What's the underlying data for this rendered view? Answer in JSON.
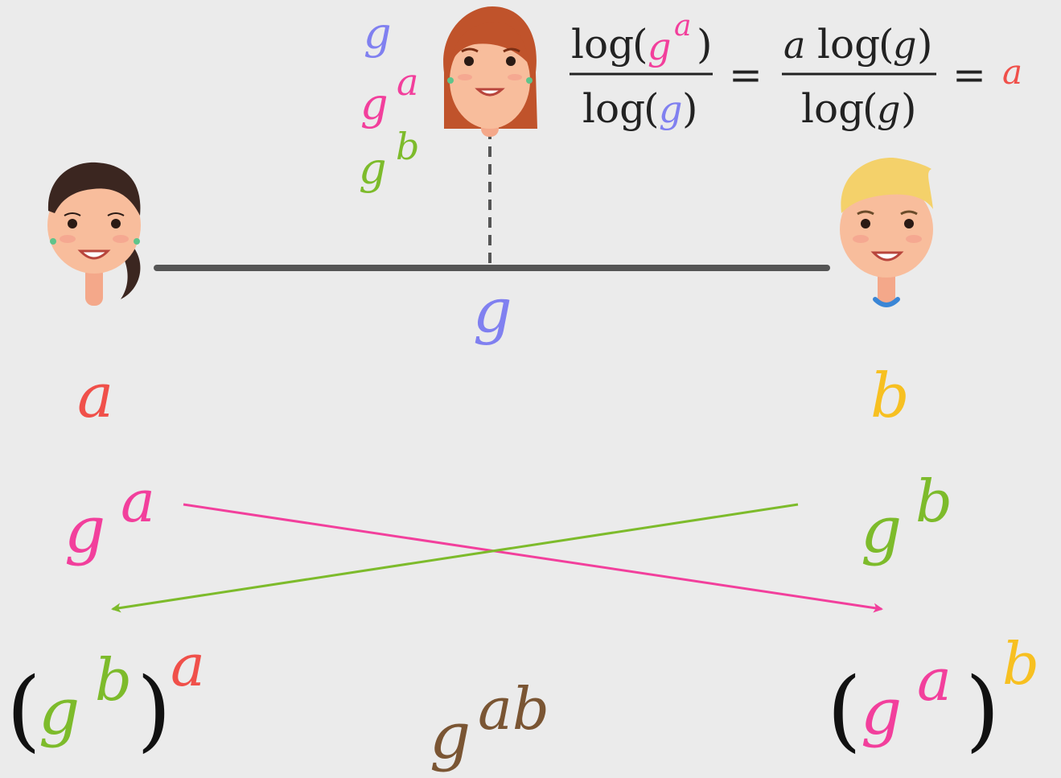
{
  "colors": {
    "background": "#ebebeb",
    "g": "#8080f0",
    "a": "#f0504a",
    "b": "#f7c021",
    "ga": "#f23f9c",
    "gb": "#7dbb2b",
    "gab": "#7a5533",
    "line": "#555555",
    "text": "#222222"
  },
  "symbols": {
    "g": "g",
    "a": "a",
    "b": "b",
    "ab": "ab",
    "log": "log",
    "lparen": "(",
    "rparen": ")",
    "equals": "="
  },
  "people": {
    "left": {
      "icon": "woman-dark-hair-avatar-icon"
    },
    "right": {
      "icon": "man-blond-avatar-icon"
    },
    "eavesdropper": {
      "icon": "woman-red-hair-avatar-icon"
    }
  }
}
